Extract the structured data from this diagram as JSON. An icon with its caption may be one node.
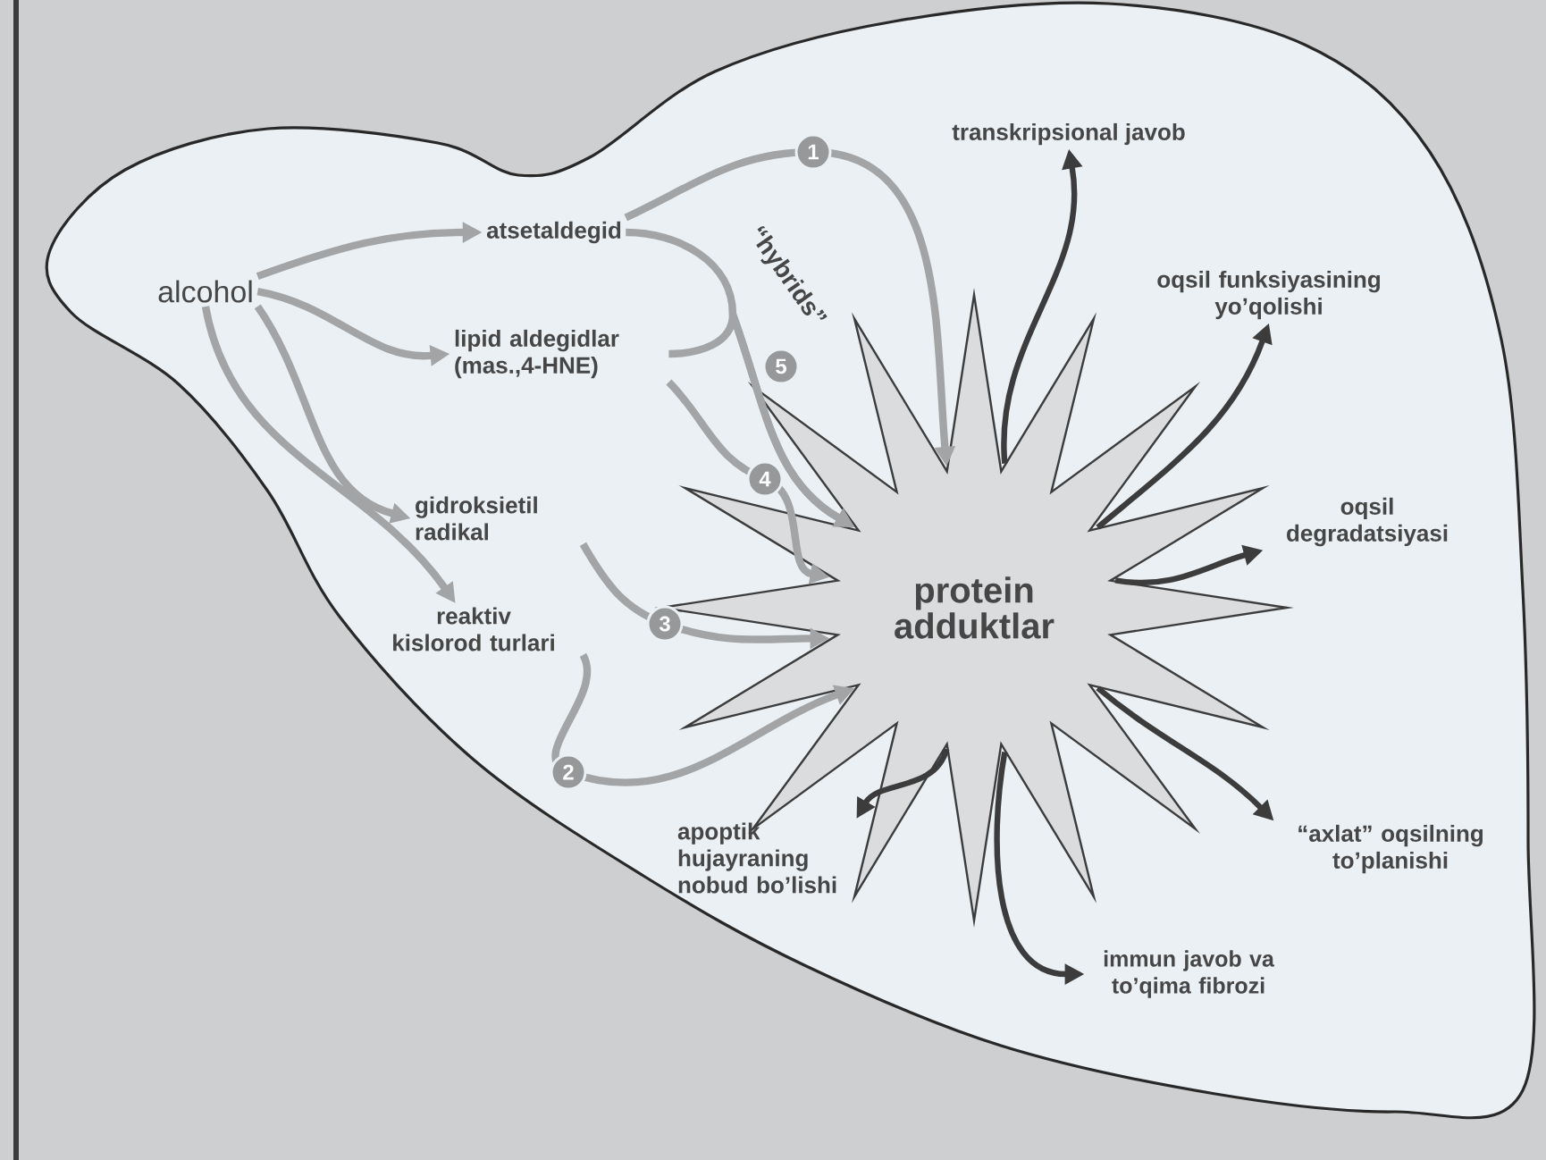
{
  "diagram": {
    "nodes": [
      {
        "text": [
          "alcohol"
        ]
      },
      {
        "text": [
          "atsetaldegid"
        ]
      },
      {
        "text": [
          "lipid aldegidlar (mas.,4-HNE)"
        ]
      },
      {
        "text": [
          "gidroksietil radikal"
        ]
      },
      {
        "text": [
          "reaktiv kislorod turlari"
        ]
      },
      {
        "text": [
          "protein adduktlar"
        ]
      },
      {
        "text": [
          "transkripsional javob"
        ]
      },
      {
        "text": [
          "oqsil funksiyasining yo’qolishi"
        ]
      },
      {
        "text": [
          "oqsil degradatsiyasi"
        ]
      },
      {
        "text": [
          "“axlat” oqsilning to’planishi"
        ]
      },
      {
        "text": [
          "immun javob va to’qima fibrozi"
        ]
      },
      {
        "text": [
          "apoptik hujayraning nobud bo’lishi"
        ]
      }
    ],
    "edges": [
      {
        "from": 0,
        "to": 1,
        "arrow": "to"
      },
      {
        "from": 0,
        "to": 2,
        "arrow": "to"
      },
      {
        "from": 0,
        "to": 3,
        "arrow": "to"
      },
      {
        "from": 0,
        "to": 4,
        "arrow": "to"
      },
      {
        "from": 1,
        "to": 5,
        "arrow": "to",
        "label": "1"
      },
      {
        "from": 1,
        "to": 5,
        "arrow": "to"
      },
      {
        "from": 2,
        "to": 5,
        "arrow": "to",
        "label": "5"
      },
      {
        "from": 2,
        "to": 5,
        "arrow": "to",
        "label": "4"
      },
      {
        "from": 3,
        "to": 5,
        "arrow": "to",
        "label": "3"
      },
      {
        "from": 4,
        "to": 5,
        "arrow": "to",
        "label": "2"
      },
      {
        "from": 5,
        "to": 6,
        "arrow": "to",
        "color": "#3c3c3c"
      },
      {
        "from": 5,
        "to": 7,
        "arrow": "to",
        "color": "#3c3c3c"
      },
      {
        "from": 5,
        "to": 8,
        "arrow": "to",
        "color": "#3c3c3c"
      },
      {
        "from": 5,
        "to": 9,
        "arrow": "to",
        "color": "#3c3c3c"
      },
      {
        "from": 5,
        "to": 10,
        "arrow": "to",
        "color": "#3c3c3c"
      },
      {
        "from": 5,
        "to": 11,
        "arrow": "to",
        "color": "#3c3c3c"
      }
    ],
    "labels": [
      "“hybrids”"
    ]
  }
}
